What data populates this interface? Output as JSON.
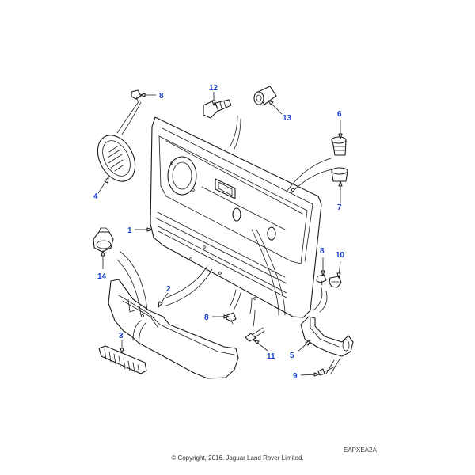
{
  "diagram": {
    "callouts": [
      "1",
      "2",
      "3",
      "4",
      "5",
      "6",
      "7",
      "8",
      "8",
      "8",
      "9",
      "10",
      "11",
      "12",
      "13",
      "14"
    ]
  },
  "footer": {
    "reference_code": "EAPXEA2A",
    "copyright": "© Copyright, 2016. Jaguar Land Rover Limited."
  }
}
